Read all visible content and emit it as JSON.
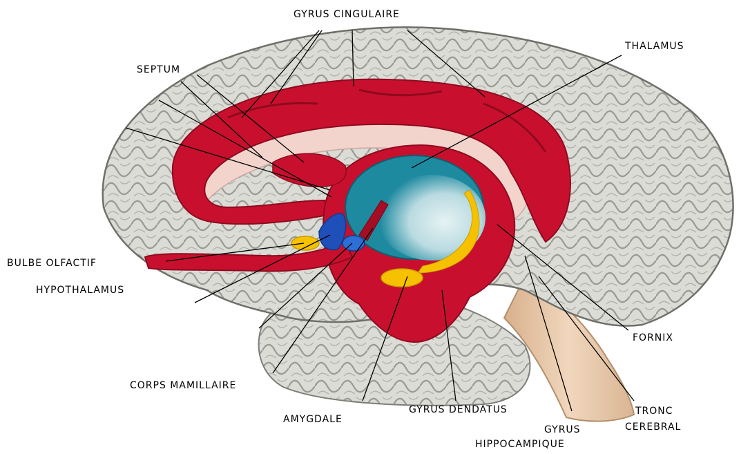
{
  "labels": {
    "gyrus_cingulaire": "GYRUS CINGULAIRE",
    "thalamus": "THALAMUS",
    "septum": "SEPTUM",
    "bulbe_olfactif": "BULBE OLFACTIF",
    "hypothalamus": "HYPOTHALAMUS",
    "fornix": "FORNIX",
    "corps_mamillaire": "CORPS MAMILLAIRE",
    "amygdale": "AMYGDALE",
    "gyrus_dendatus": "GYRUS DENDATUS",
    "tronc_cerebral_line1": "TRONC",
    "tronc_cerebral_line2": "CEREBRAL",
    "gyrus_hippocampique_line1": "GYRUS",
    "gyrus_hippocampique_line2": "HIPPOCAMPIQUE"
  },
  "colors": {
    "cortex": "#dcdcd6",
    "cortex_sulci": "#9a9a94",
    "limbic_red": "#c8102e",
    "limbic_dark": "#8e0a1f",
    "corpus_pink": "#f2d4cc",
    "thalamus_teal": "#1e8aa0",
    "thalamus_light": "#cfe6ea",
    "yellow": "#f6c200",
    "blue": "#1f4fb8",
    "brainstem": "#e9c6a6"
  }
}
